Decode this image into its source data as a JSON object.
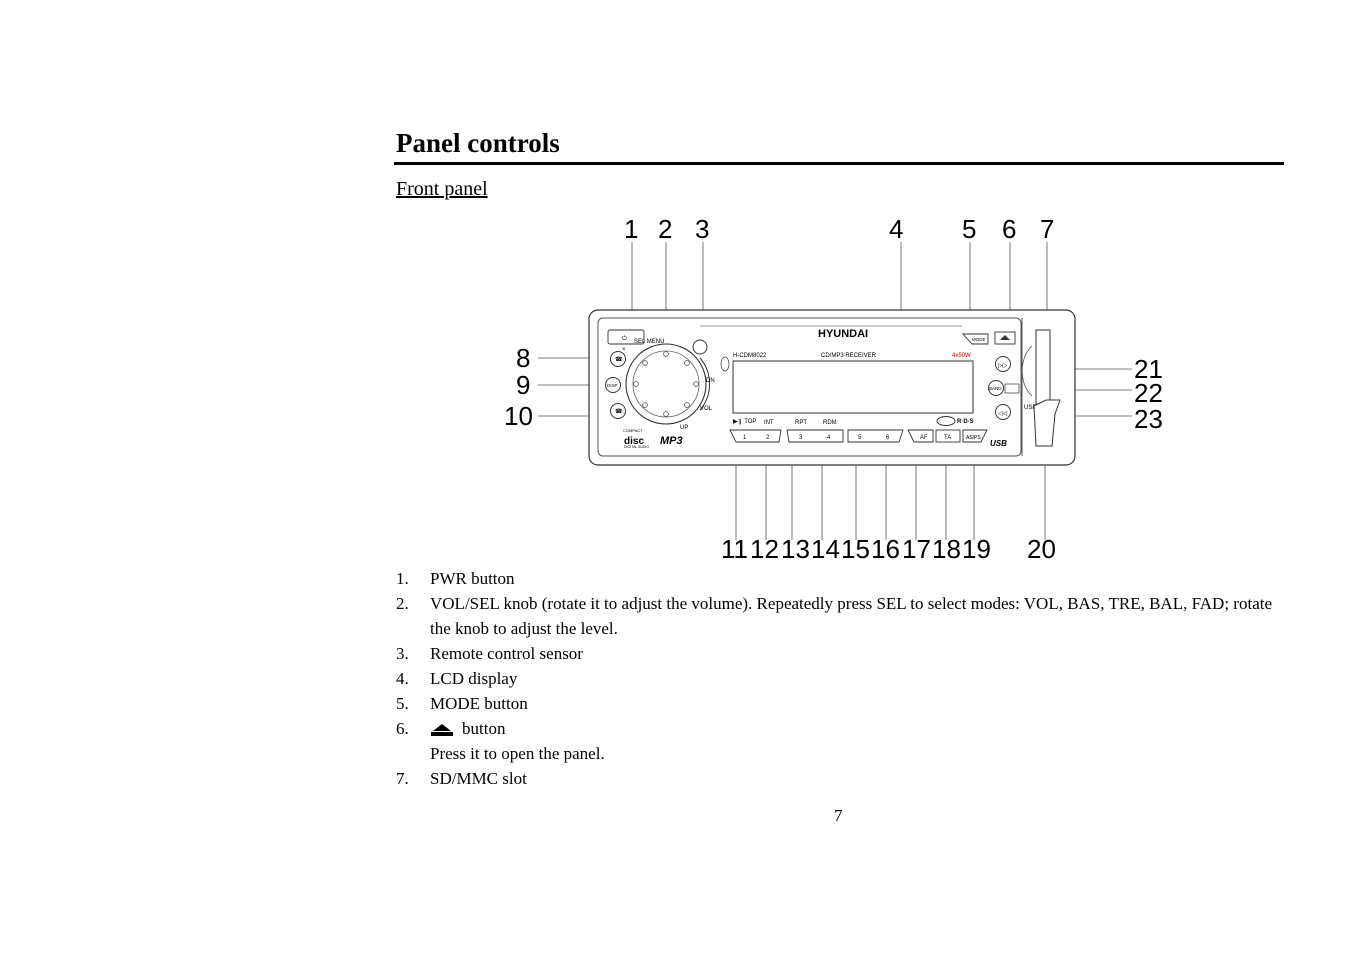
{
  "page": {
    "title": "Panel controls",
    "section": "Front panel",
    "page_number": "7"
  },
  "diagram": {
    "callouts_top": [
      "1",
      "2",
      "3",
      "4",
      "5",
      "6",
      "7"
    ],
    "callouts_left": [
      "8",
      "9",
      "10"
    ],
    "callouts_right": [
      "21",
      "22",
      "23"
    ],
    "callouts_bottom": [
      "11",
      "12",
      "13",
      "14",
      "15",
      "16",
      "17",
      "18",
      "19",
      "20"
    ],
    "device": {
      "brand": "HYUNDAI",
      "model": "H-CDM8022",
      "receiver_label": "CD/MP3 RECEIVER",
      "power_label": "4x50W",
      "sel_menu": "SEL MENU",
      "dn": "DN",
      "vol": "VOL",
      "up": "UP",
      "mode": "MODE",
      "usb": "USB",
      "band": "BAND",
      "disp": "DISP",
      "play_top": "▶❙ TOP",
      "int": "INT",
      "rpt": "RPT",
      "rdm": "RDM",
      "preset_1": "1",
      "preset_2": "2",
      "preset_3": "3",
      "preset_4": "4",
      "preset_5": "5",
      "preset_6": "6",
      "af": "AF",
      "ta": "TA",
      "asps": "AS/PS",
      "mp3": "MP3",
      "rds": "R·D·S",
      "usb_logo": "USB",
      "disc_logo": "disc",
      "compact_label": "COMPACT",
      "digital_audio": "DIGITAL AUDIO"
    }
  },
  "items": [
    {
      "num": "1.",
      "text": "PWR button"
    },
    {
      "num": "2.",
      "text": "VOL/SEL knob (rotate it to adjust the volume). Repeatedly press SEL to select modes: VOL, BAS, TRE, BAL, FAD; rotate the knob to adjust the level."
    },
    {
      "num": "3.",
      "text": "Remote control sensor"
    },
    {
      "num": "4.",
      "text": "LCD display"
    },
    {
      "num": "5.",
      "text": "MODE button"
    },
    {
      "num": "6.",
      "text": "button",
      "icon": "eject-icon"
    },
    {
      "note": "Press it to open the panel."
    },
    {
      "num": "7.",
      "text": "SD/MMC slot"
    }
  ]
}
